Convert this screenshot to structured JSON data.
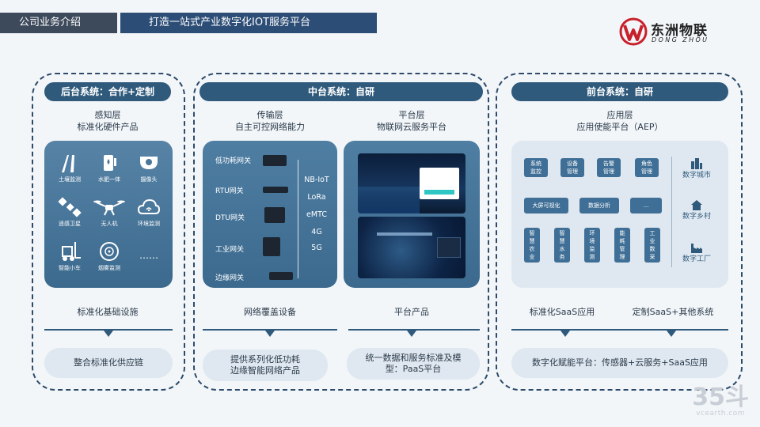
{
  "header": {
    "section": "公司业务介绍",
    "title": "打造一站式产业数字化IOT服务平台"
  },
  "logo": {
    "cn": "东洲物联",
    "en": "DONG ZHOU"
  },
  "left": {
    "header": "后台系统：合作+定制",
    "layer_title": "感知层\n标准化硬件产品",
    "icons": [
      {
        "label": "土壤监测"
      },
      {
        "label": "水肥一体"
      },
      {
        "label": "摄像头"
      },
      {
        "label": "遥感卫星"
      },
      {
        "label": "无人机"
      },
      {
        "label": "环境监测"
      },
      {
        "label": "智能小车"
      },
      {
        "label": "烟雾监测"
      },
      {
        "label": "……"
      }
    ],
    "bottom_label": "标准化基础设施",
    "footer": "整合标准化供应链"
  },
  "middle": {
    "header": "中台系统：自研",
    "transport": {
      "title": "传输层\n自主可控网络能力",
      "gateways": [
        "低功耗网关",
        "RTU网关",
        "DTU网关",
        "工业网关",
        "边缘网关"
      ],
      "protocols": [
        "NB-IoT",
        "LoRa",
        "eMTC",
        "4G",
        "5G"
      ],
      "bottom_label": "网络覆盖设备",
      "footer": "提供系列化低功耗\n边缘智能网络产品"
    },
    "platform": {
      "title": "平台层\n物联网云服务平台",
      "bottom_label": "平台产品",
      "footer": "统一数据和服务标准及模\n型：PaaS平台"
    }
  },
  "right": {
    "header": "前台系统：自研",
    "layer_title": "应用层\n应用使能平台（AEP）",
    "row1": [
      "系统\n监控",
      "设备\n管理",
      "告警\n管理",
      "角色\n管理"
    ],
    "row2": [
      "大屏可视化",
      "数据分析",
      "…"
    ],
    "row3": [
      "智\n慧\n农\n业",
      "智\n慧\n水\n务",
      "环\n境\n监\n测",
      "能\n耗\n管\n理",
      "工\n业\n数\n采"
    ],
    "side": [
      "数字城市",
      "数字乡村",
      "数字工厂"
    ],
    "bottom_left": "标准化SaaS应用",
    "bottom_right": "定制SaaS+其他系统",
    "footer": "数字化赋能平台：传感器+云服务+SaaS应用"
  },
  "watermark": {
    "big": "35斗",
    "small": "vcearth.com"
  },
  "colors": {
    "accent": "#2f5a7c",
    "panel": "#4a7698",
    "bg": "#f2f6f9"
  }
}
